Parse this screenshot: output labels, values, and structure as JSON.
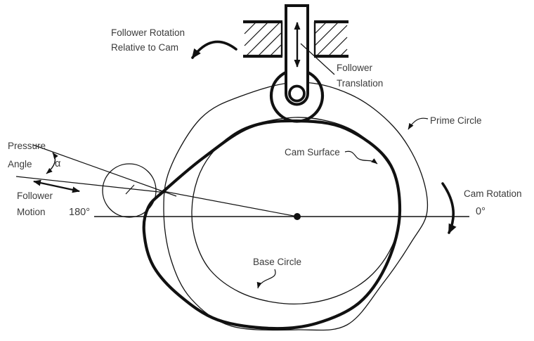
{
  "labels": {
    "follower_rotation": {
      "line1": "Follower Rotation",
      "line2": "Relative to Cam"
    },
    "follower_translation": {
      "line1": "Follower",
      "line2": "Translation"
    },
    "prime_circle": "Prime Circle",
    "cam_surface": "Cam Surface",
    "cam_rotation": "Cam Rotation",
    "base_circle": "Base Circle",
    "pressure_angle": {
      "line1": "Pressure",
      "line2": "Angle"
    },
    "alpha_symbol": "α",
    "follower_motion": {
      "line1": "Follower",
      "line2": "Motion"
    },
    "angle_zero": "0°",
    "angle_180": "180°"
  },
  "colors": {
    "ink": "#111111",
    "text": "#3b3b3b",
    "background": "#ffffff"
  }
}
